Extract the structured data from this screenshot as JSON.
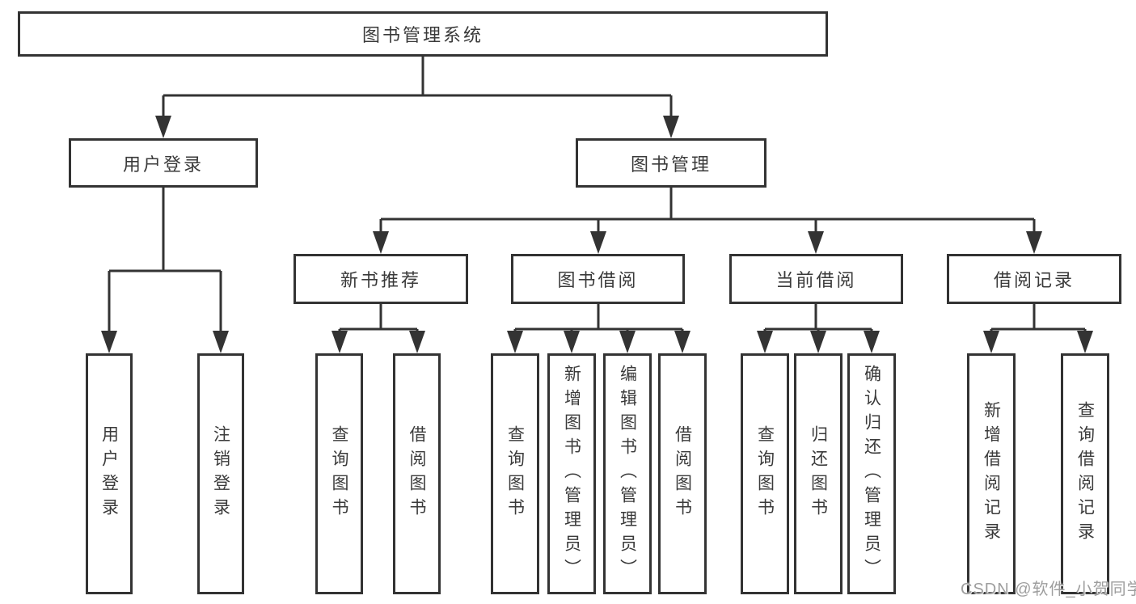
{
  "diagram_title": "图书管理系统",
  "diagram_type": "hierarchy-tree",
  "colors": {
    "line": "#333333",
    "text": "#3a3a3a",
    "box_background": "#ffffff",
    "watermark": "#9e9e9e"
  },
  "tree": {
    "label": "图书管理系统",
    "children": [
      {
        "label": "用户登录",
        "children": [
          {
            "label": "用户登录"
          },
          {
            "label": "注销登录"
          }
        ]
      },
      {
        "label": "图书管理",
        "children": [
          {
            "label": "新书推荐",
            "children": [
              {
                "label": "查询图书"
              },
              {
                "label": "借阅图书"
              }
            ]
          },
          {
            "label": "图书借阅",
            "children": [
              {
                "label": "查询图书"
              },
              {
                "label": "新增图书（管理员）"
              },
              {
                "label": "编辑图书（管理员）"
              },
              {
                "label": "借阅图书"
              }
            ]
          },
          {
            "label": "当前借阅",
            "children": [
              {
                "label": "查询图书"
              },
              {
                "label": "归还图书"
              },
              {
                "label": "确认归还（管理员）"
              }
            ]
          },
          {
            "label": "借阅记录",
            "children": [
              {
                "label": "新增借阅记录"
              },
              {
                "label": "查询借阅记录"
              }
            ]
          }
        ]
      }
    ]
  },
  "watermark": {
    "text": "CSDN @软件_小贺同学"
  }
}
